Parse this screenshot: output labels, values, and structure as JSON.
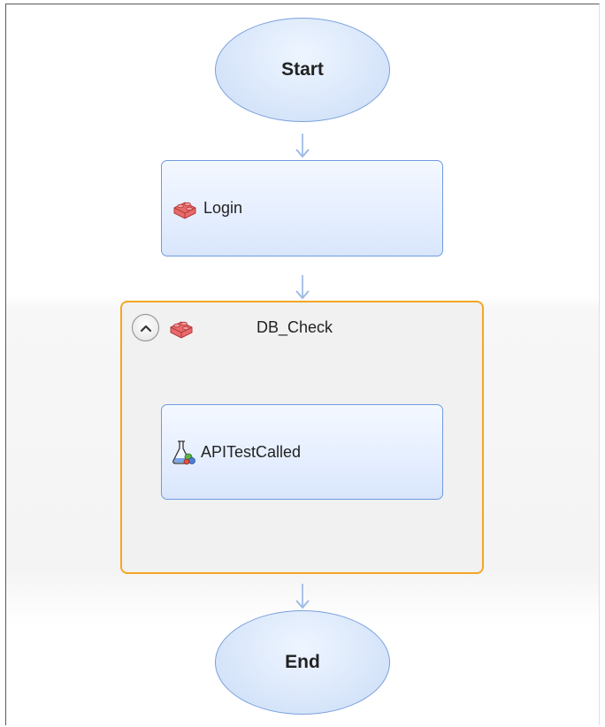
{
  "flow": {
    "start_label": "Start",
    "end_label": "End",
    "steps": {
      "login": {
        "label": "Login",
        "icon": "component-block-icon"
      },
      "group": {
        "label": "DB_Check",
        "icon": "component-block-icon",
        "collapse_icon": "chevron-up-icon",
        "inner_step": {
          "label": "APITestCalled",
          "icon": "api-test-flask-icon"
        }
      }
    }
  },
  "colors": {
    "node_border": "#6f9ae0",
    "node_fill": "#dbe8fb",
    "group_border": "#f5a623",
    "connector": "#a9c4ea",
    "component_icon": "#e05050"
  }
}
